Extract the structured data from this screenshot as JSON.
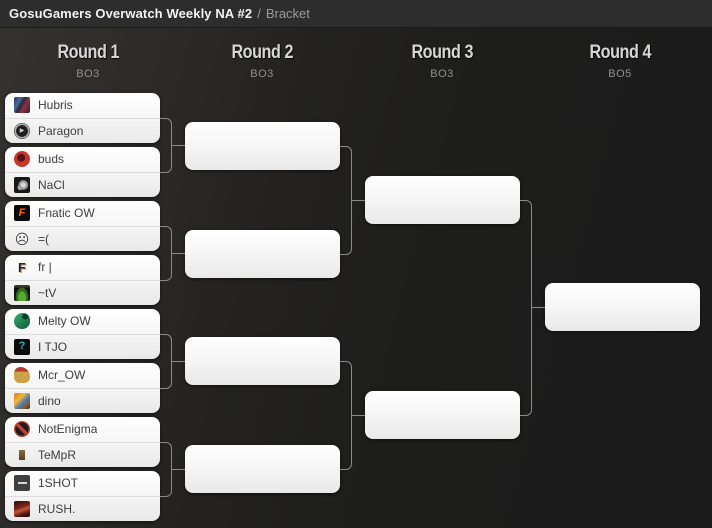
{
  "breadcrumb": {
    "title": "GosuGamers Overwatch Weekly NA #2",
    "separator": "/",
    "section": "Bracket"
  },
  "rounds": [
    {
      "label": "Round 1",
      "format": "BO3"
    },
    {
      "label": "Round 2",
      "format": "BO3"
    },
    {
      "label": "Round 3",
      "format": "BO3"
    },
    {
      "label": "Round 4",
      "format": "BO5"
    }
  ],
  "bracket": {
    "round1_matches": [
      {
        "top": {
          "name": "Hubris",
          "icon": "hubris-logo"
        },
        "bottom": {
          "name": "Paragon",
          "icon": "paragon-logo"
        }
      },
      {
        "top": {
          "name": "buds",
          "icon": "buds-logo"
        },
        "bottom": {
          "name": "NaCl",
          "icon": "nacl-logo"
        }
      },
      {
        "top": {
          "name": "Fnatic OW",
          "icon": "fnatic-logo"
        },
        "bottom": {
          "name": "=(",
          "icon": "sad-face-logo"
        }
      },
      {
        "top": {
          "name": "fr |",
          "icon": "fr-logo"
        },
        "bottom": {
          "name": "~tV",
          "icon": "tv-wing-logo"
        }
      },
      {
        "top": {
          "name": "Melty OW",
          "icon": "melty-logo"
        },
        "bottom": {
          "name": "I TJO",
          "icon": "itjo-question-logo"
        }
      },
      {
        "top": {
          "name": "Mcr_OW",
          "icon": "mcr-helmet-logo"
        },
        "bottom": {
          "name": "dino",
          "icon": "dino-logo"
        }
      },
      {
        "top": {
          "name": "NotEnigma",
          "icon": "notenigma-logo"
        },
        "bottom": {
          "name": "TeMpR",
          "icon": "tempr-logo"
        }
      },
      {
        "top": {
          "name": "1SHOT",
          "icon": "oneshot-logo"
        },
        "bottom": {
          "name": "RUSH.",
          "icon": "rush-logo"
        }
      }
    ],
    "round2_slots": 4,
    "round3_slots": 2,
    "round4_slots": 1
  },
  "glyphs": {
    "paragon_mark": "▶",
    "fnatic_f": "F",
    "sad_face": "☹",
    "fr_f": "F",
    "itjo_q": "?"
  },
  "colors": {
    "topbar_background": "#2d2d2d",
    "page_background": "#1d1d1d",
    "box_background": "#ffffff",
    "connector_line": "#8a8a8a",
    "fnatic_orange": "#ff6a00",
    "itjo_teal": "#1fb8b2",
    "prohibition_red": "#c23b2e"
  }
}
